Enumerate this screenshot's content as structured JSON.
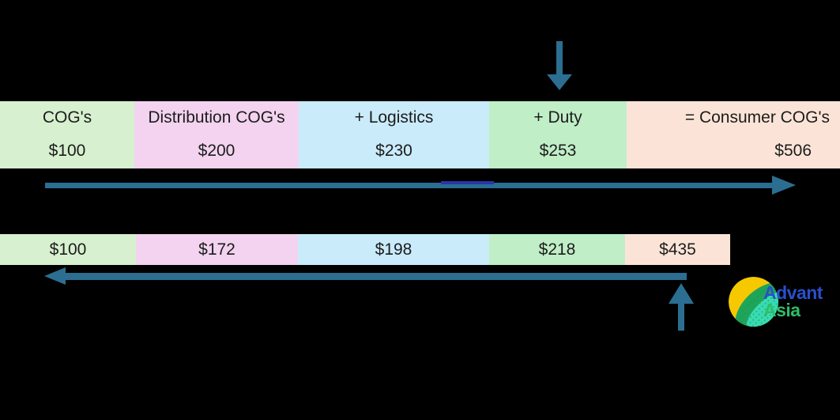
{
  "canvas": {
    "background": "#000000",
    "text_color": "#1C1C1C"
  },
  "top_row": {
    "segments": [
      {
        "label": "COG's",
        "value": "$100",
        "color": "#D7F0CF"
      },
      {
        "label": "Distribution COG's",
        "value": "$200",
        "color": "#F3D3F0"
      },
      {
        "label": "+ Logistics",
        "value": "$230",
        "color": "#C9EBFA"
      },
      {
        "label": "+ Duty",
        "value": "$253",
        "color": "#C0EEC7"
      },
      {
        "label": "= Consumer COG's",
        "value": "$506",
        "color": "#FBE4D7"
      }
    ]
  },
  "bottom_row": {
    "segments": [
      {
        "value": "$100",
        "color": "#D7F0CF"
      },
      {
        "value": "$172",
        "color": "#F3D3F0"
      },
      {
        "value": "$198",
        "color": "#C9EBFA"
      },
      {
        "value": "$218",
        "color": "#C0EEC7"
      },
      {
        "value": "$435",
        "color": "#FBE4D7"
      }
    ]
  },
  "arrows": {
    "color": "#2B6E91",
    "overlap_color": "#2A35A8"
  },
  "logo": {
    "word1": "Advant",
    "word2": "Asia",
    "word1_color": "#2B4FCC",
    "word2_color": "#2EBD68",
    "globe_yellow": "#F6C800",
    "globe_green": "#1FA55A",
    "globe_teal": "#38DCB0"
  }
}
